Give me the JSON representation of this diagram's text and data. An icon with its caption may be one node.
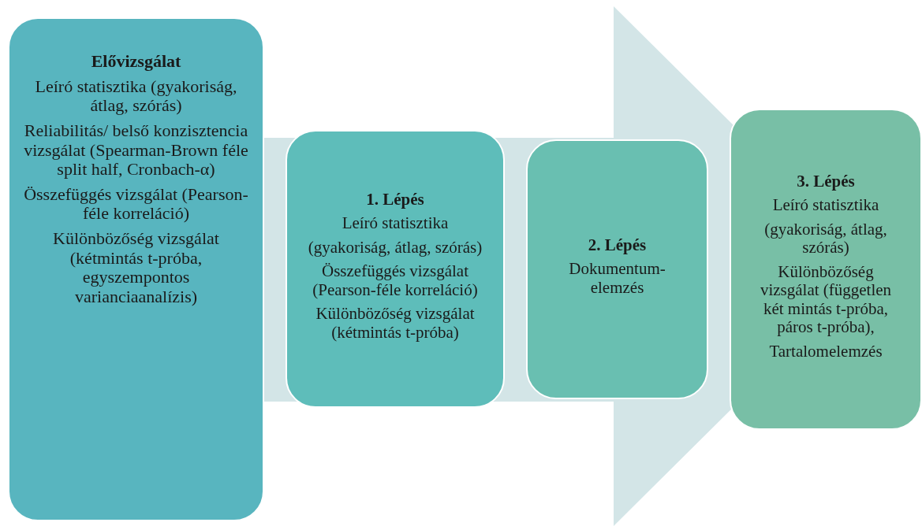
{
  "diagram": {
    "nodes": [
      {
        "text": [
          "Elővizsgálat",
          "Leíró statisztika (gyakoriság, átlag, szórás)",
          "Reliabilitás/ belső konzisztencia vizsgálat (Spearman-Brown féle split half, Cronbach-α)",
          "Összefüggés vizsgálat (Pearson-féle korreláció)",
          "Különbözőség vizsgálat (kétmintás t-próba, egyszempontos varianciaanalízis)"
        ]
      },
      {
        "text": [
          "1. Lépés",
          "Leíró statisztika",
          "(gyakoriság, átlag, szórás)",
          "Összefüggés vizsgálat (Pearson-féle korreláció)",
          "Különbözőség vizsgálat (kétmintás t-próba)"
        ]
      },
      {
        "text": [
          "2. Lépés",
          "Dokumentum-elemzés"
        ]
      },
      {
        "text": [
          "3. Lépés",
          "Leíró statisztika",
          "(gyakoriság, átlag, szórás)",
          "Különbözőség vizsgálat (független két mintás t-próba, páros t-próba),",
          "Tartalomelemzés"
        ]
      }
    ],
    "edges": [
      {
        "from": 0,
        "to": 3,
        "arrow": "to"
      }
    ]
  }
}
